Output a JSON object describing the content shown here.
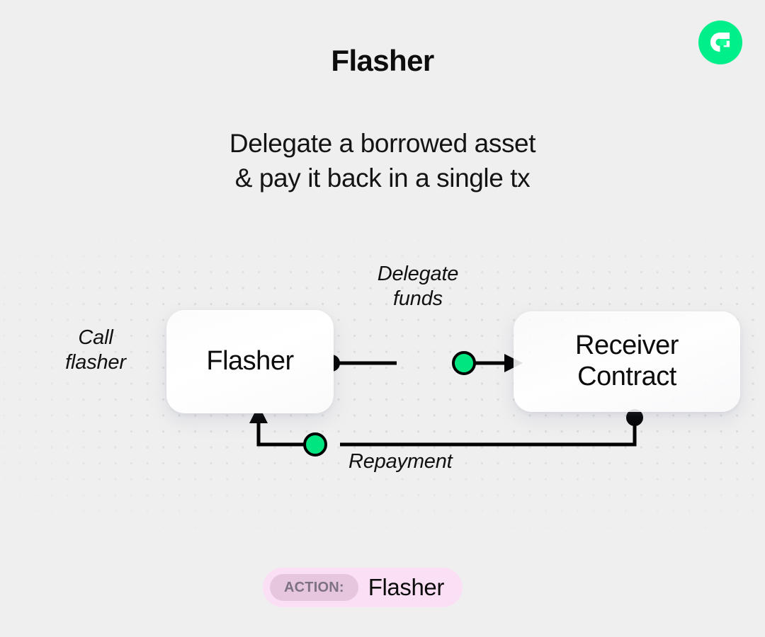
{
  "brand": {
    "logo_icon": "flow-logo-icon",
    "logo_bg_color": "#00ef8b",
    "logo_mark_color": "#ffffff"
  },
  "header": {
    "title": "Flasher",
    "subtitle": "Delegate a borrowed asset\n& pay it back in a single tx"
  },
  "diagram": {
    "nodes": [
      {
        "id": "flasher",
        "label": "Flasher"
      },
      {
        "id": "receiver",
        "label": "Receiver\nContract"
      }
    ],
    "labels": {
      "call_flasher": "Call\nflasher",
      "delegate_funds": "Delegate\nfunds",
      "repayment": "Repayment"
    },
    "edges": [
      {
        "id": "delegate-funds-edge",
        "from": "flasher",
        "to": "receiver",
        "label": "Delegate funds",
        "marker": "arrowhead",
        "node_color": "#00e57f"
      },
      {
        "id": "repayment-edge",
        "from": "receiver",
        "to": "flasher",
        "label": "Repayment",
        "marker": "arrowhead",
        "node_color": "#00e57f"
      }
    ],
    "colors": {
      "accent_green": "#00e57f",
      "edge_stroke": "#000000",
      "grid_dot": "#dcdcdc",
      "canvas_bg": "#efefef"
    }
  },
  "action_badge": {
    "key": "ACTION:",
    "value": "Flasher",
    "bg_color": "#fbe0f5",
    "key_bg_color": "#e6c6df",
    "key_text_color": "#7e7183"
  }
}
